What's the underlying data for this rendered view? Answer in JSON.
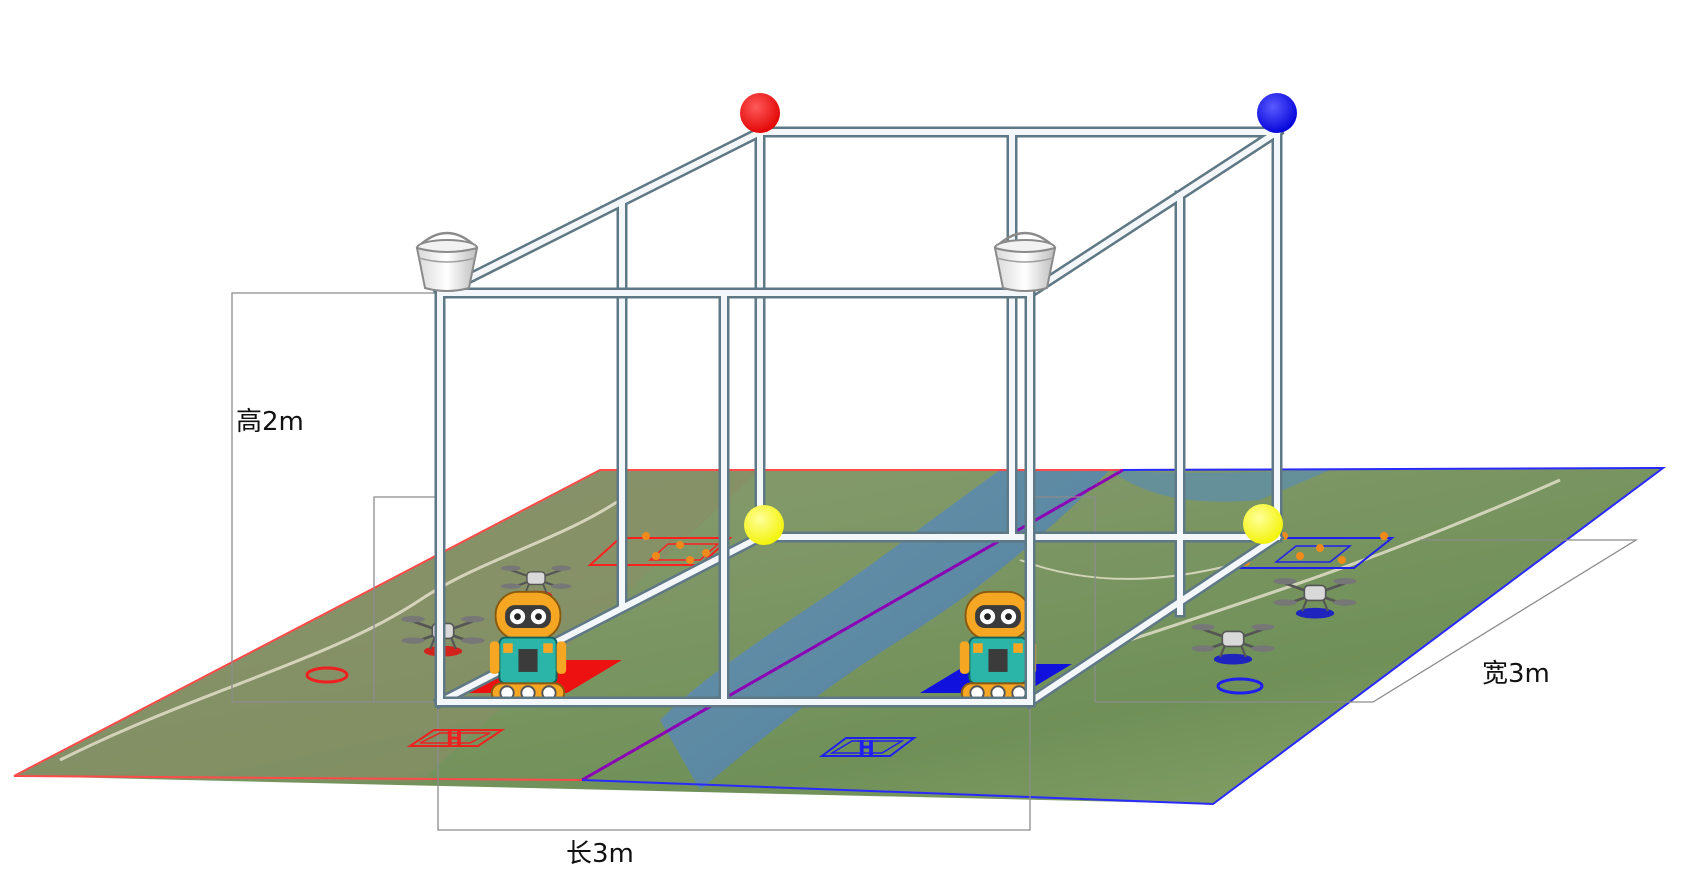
{
  "labels": {
    "height": "高2m",
    "length": "长3m",
    "width": "宽3m",
    "helipad_mark": "H"
  },
  "colors": {
    "red_team": "#ff1a1a",
    "blue_team": "#1a1aff",
    "marker_yellow": "#ffff00",
    "pipe": "#f3f7f9",
    "robot_body": "#f5a623",
    "robot_chest": "#2bb5a8",
    "terrain_green": "#7d9a6a",
    "water": "#5f8fa8"
  },
  "icons": [
    "bucket-icon",
    "robot-icon",
    "drone-icon",
    "helipad-icon",
    "ball-marker-icon"
  ]
}
